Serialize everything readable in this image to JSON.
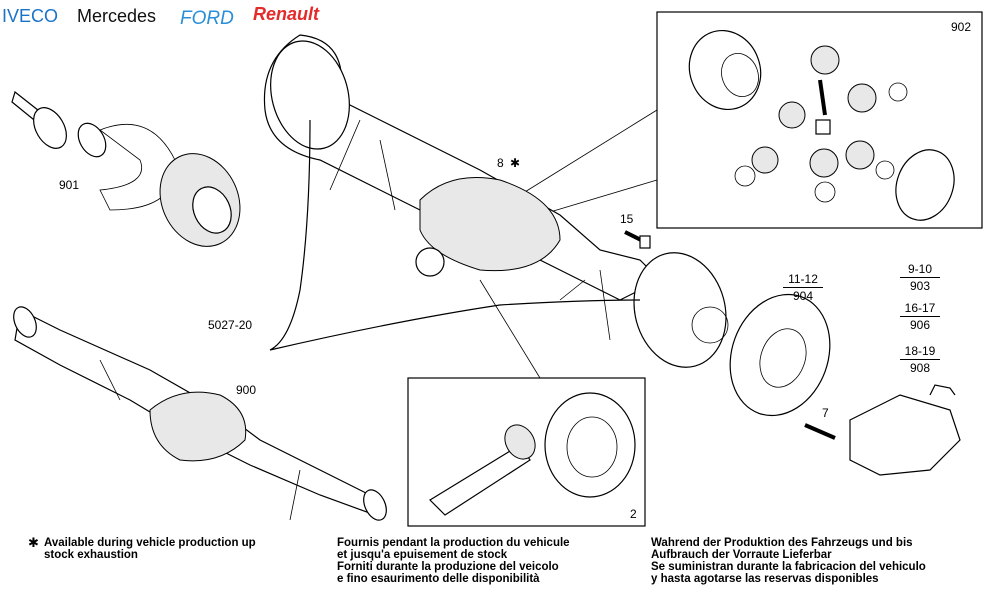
{
  "brands": {
    "iveco": "IVECO",
    "mercedes": "Mercedes",
    "ford": "FORD",
    "renault": "Renault"
  },
  "labels": {
    "l901": "901",
    "l902": "902",
    "l8": "8",
    "l15": "15",
    "l5027": "5027-20",
    "l900": "900",
    "l7": "7",
    "l2": "2"
  },
  "fractions": [
    {
      "top": "11-12",
      "bottom": "904"
    },
    {
      "top": "9-10",
      "bottom": "903"
    },
    {
      "top": "16-17",
      "bottom": "906"
    },
    {
      "top": "18-19",
      "bottom": "908"
    }
  ],
  "footnote": {
    "star": "✱",
    "en_line1": "Available during vehicle production up",
    "en_line2": "stock exhaustion",
    "fr_line1": "Fournis pendant la production du vehicule",
    "fr_line2": "et jusqu'a epuisement de stock",
    "it_line1": "Forniti durante la produzione del veicolo",
    "it_line2": "e fino esaurimento delle disponibilità",
    "de_line1": "Wahrend der Produktion des Fahrzeugs und bis",
    "de_line2": "Aufbrauch der Vorraute Lieferbar",
    "es_line1": "Se suministran durante la fabricacion del vehiculo",
    "es_line2": "y hasta agotarse las reservas disponibles"
  },
  "colors": {
    "iveco": "#1a73c9",
    "ford": "#2a8fd8",
    "renault": "#e32b2b"
  }
}
